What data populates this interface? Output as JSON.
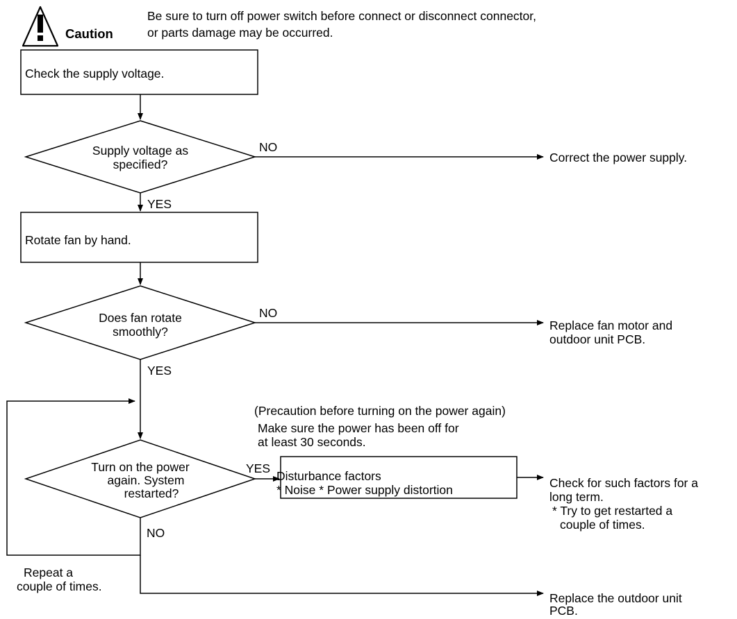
{
  "caution": {
    "label": "Caution",
    "line1": "Be sure to turn off power switch before connect or disconnect connector,",
    "line2": "or parts damage may be occurred."
  },
  "steps": {
    "check_voltage": "Check the supply voltage.",
    "voltage_q_line1": "Supply voltage as",
    "voltage_q_line2": "specified?",
    "correct_power": "Correct the power supply.",
    "rotate_fan": "Rotate fan by hand.",
    "fan_q_line1": "Does fan rotate",
    "fan_q_line2": "smoothly?",
    "replace_fan_line1": "Replace fan motor and",
    "replace_fan_line2": "outdoor unit PCB.",
    "precaution_line1": "(Precaution before turning on the power again)",
    "precaution_line2": "Make sure the power has been off for",
    "precaution_line3": "at least 30 seconds.",
    "restart_q_line1": "Turn on the power",
    "restart_q_line2": "again. System",
    "restart_q_line3": "restarted?",
    "disturb_line1": "Disturbance factors",
    "disturb_line2": "* Noise   * Power supply distortion",
    "check_factors_line1": "Check for such factors for a",
    "check_factors_line2": "long term.",
    "check_factors_line3": "* Try to get restarted a",
    "check_factors_line4": "couple of times.",
    "repeat_line1": "Repeat a",
    "repeat_line2": "couple of times.",
    "replace_pcb_line1": "Replace the outdoor unit",
    "replace_pcb_line2": "PCB."
  },
  "labels": {
    "yes": "YES",
    "no": "NO"
  }
}
